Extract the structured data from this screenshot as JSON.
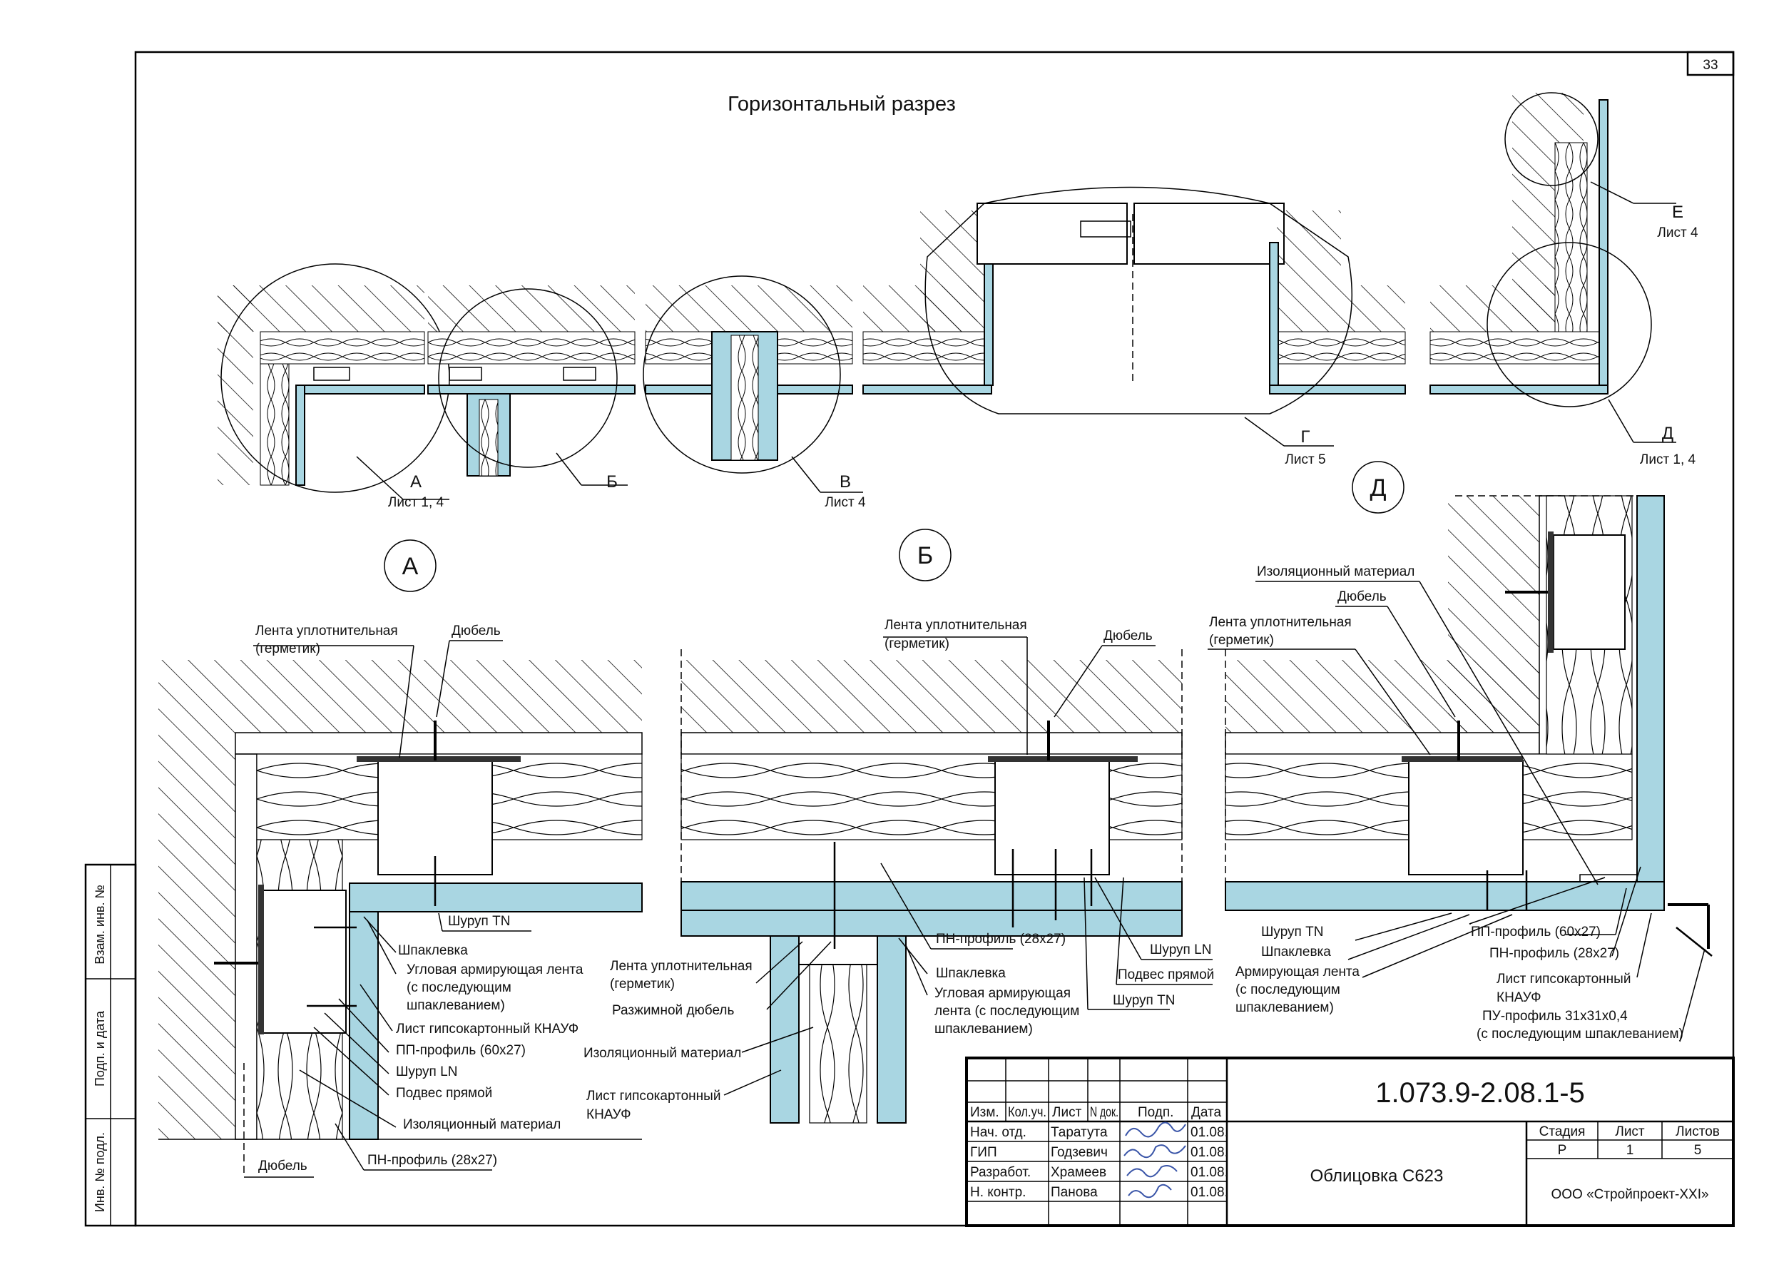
{
  "sheet": {
    "page_number": "33",
    "title": "Горизонтальный разрез",
    "side_stamp": [
      "Взам. инв. №",
      "Подп. и дата",
      "Инв. № подл."
    ]
  },
  "overview": {
    "callouts": [
      {
        "id": "А",
        "ref": "Лист 1, 4"
      },
      {
        "id": "Б",
        "ref": ""
      },
      {
        "id": "В",
        "ref": "Лист 4"
      },
      {
        "id": "Г",
        "ref": "Лист 5"
      },
      {
        "id": "Д",
        "ref": "Лист 1, 4"
      },
      {
        "id": "Е",
        "ref": "Лист 4"
      }
    ]
  },
  "detail_a": {
    "label": "А",
    "notes": [
      "Лента уплотнительная",
      "(герметик)",
      "Дюбель",
      "Шуруп TN",
      "Шпаклевка",
      "Угловая армирующая лента",
      "(с последующим",
      "шпаклеванием)",
      "Лист гипсокартонный КНАУФ",
      "ПП-профиль (60х27)",
      "Шуруп LN",
      "Подвес прямой",
      "Изоляционный материал",
      "Дюбель",
      "ПН-профиль (28х27)"
    ]
  },
  "detail_b": {
    "label": "Б",
    "notes": [
      "Лента уплотнительная",
      "(герметик)",
      "Дюбель",
      "Лента уплотнительная",
      "(герметик)",
      "Разжимной дюбель",
      "Изоляционный материал",
      "Лист гипсокартонный",
      "КНАУФ",
      "ПН-профиль (28х27)",
      "Шпаклевка",
      "Угловая армирующая",
      "лента (с последующим",
      "шпаклеванием)",
      "Шуруп LN",
      "Подвес прямой",
      "Шуруп TN"
    ]
  },
  "detail_d": {
    "label": "Д",
    "notes": [
      "Изоляционный материал",
      "Дюбель",
      "Лента уплотнительная",
      "(герметик)",
      "Шуруп TN",
      "Шпаклевка",
      "Армирующая лента",
      "(с последующим",
      "шпаклеванием)",
      "ПП-профиль (60х27)",
      "ПН-профиль (28х27)",
      "Лист гипсокартонный",
      "КНАУФ",
      "ПУ-профиль 31х31х0,4",
      "(с последующим шпаклеванием)"
    ]
  },
  "title_block": {
    "code": "1.073.9-2.08.1-5",
    "name": "Облицовка С623",
    "org": "ООО «Стройпроект-XXI»",
    "headers": [
      "Изм.",
      "Кол.уч.",
      "Лист",
      "N док.",
      "Подп.",
      "Дата"
    ],
    "rows": [
      {
        "role": "Нач. отд.",
        "person": "Таратута",
        "date": "01.08."
      },
      {
        "role": "ГИП",
        "person": "Годзевич",
        "date": "01.08."
      },
      {
        "role": "Разработ.",
        "person": "Храмеев",
        "date": "01.08."
      },
      {
        "role": "Н. контр.",
        "person": "Панова",
        "date": "01.08."
      }
    ],
    "stage_headers": [
      "Стадия",
      "Лист",
      "Листов"
    ],
    "stage_values": [
      "Р",
      "1",
      "5"
    ]
  },
  "colors": {
    "gypsum": "#a9d6e2",
    "line": "#000000",
    "paper": "#ffffff"
  }
}
